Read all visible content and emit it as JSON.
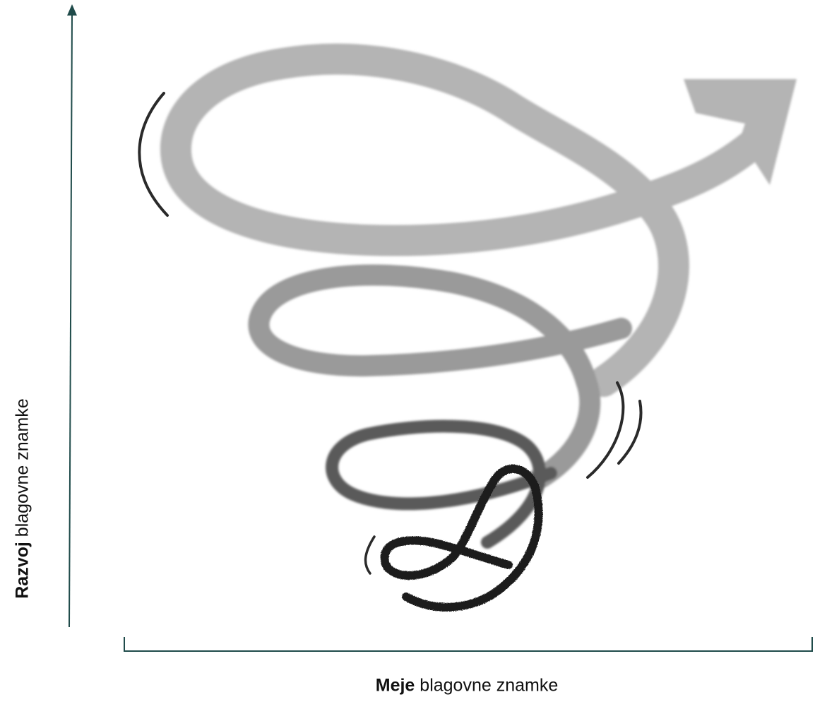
{
  "y_axis": {
    "label_bold": "Razvoj",
    "label_rest": " blagovne znamke",
    "color": "#1f4b4a"
  },
  "x_axis": {
    "label_bold": "Meje",
    "label_rest": " blagovne znamke",
    "color": "#1f4b4a"
  },
  "spiral": {
    "colors": [
      "#1a1a1a",
      "#5a5a5a",
      "#9a9a9a",
      "#b4b4b4"
    ]
  }
}
